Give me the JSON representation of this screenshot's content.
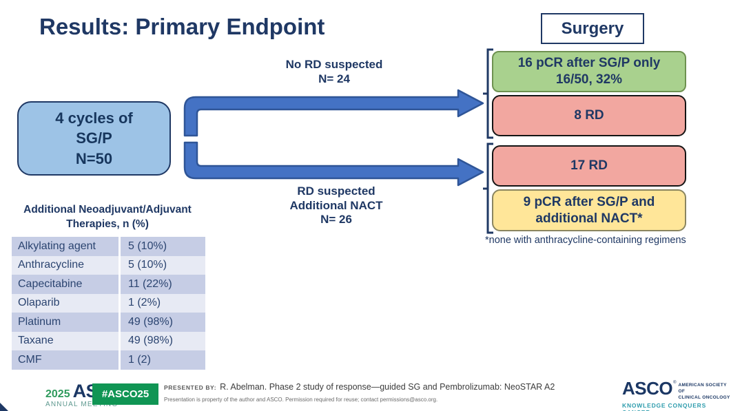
{
  "slide": {
    "title": "Results: Primary Endpoint",
    "surgery_label": "Surgery",
    "start_box": {
      "line1": "4 cycles of",
      "line2": "SG/P",
      "line3": "N=50"
    },
    "top_path_label": {
      "line1": "No RD suspected",
      "line2": "N= 24"
    },
    "bottom_path_label": {
      "line1": "RD suspected",
      "line2": "Additional NACT",
      "line3": "N= 26"
    },
    "outcomes": {
      "pcr_sgp_only": {
        "line1": "16 pCR after SG/P only",
        "line2": "16/50, 32%"
      },
      "rd_top": "8 RD",
      "rd_bottom": "17 RD",
      "pcr_nact": {
        "line1": "9 pCR after SG/P and",
        "line2": "additional NACT*"
      }
    },
    "footnote": "*none with anthracycline-containing regimens"
  },
  "table": {
    "title_line1": "Additional Neoadjuvant/Adjuvant",
    "title_line2": "Therapies, n (%)",
    "rows": [
      {
        "label": "Alkylating agent",
        "value": "5 (10%)"
      },
      {
        "label": "Anthracycline",
        "value": "5 (10%)"
      },
      {
        "label": "Capecitabine",
        "value": "11 (22%)"
      },
      {
        "label": "Olaparib",
        "value": "1 (2%)"
      },
      {
        "label": "Platinum",
        "value": "49 (98%)"
      },
      {
        "label": "Taxane",
        "value": "49 (98%)"
      },
      {
        "label": "CMF",
        "value": "1 (2)"
      }
    ]
  },
  "footer": {
    "year": "2025",
    "logo_text": "ASCO",
    "logo_mark": "®",
    "logo_sub": "ANNUAL MEETING",
    "hashtag": "#ASCO25",
    "presented_by_label": "PRESENTED BY:",
    "presented_by": "R. Abelman. Phase 2 study of response—guided SG and Pembrolizumab: NeoSTAR A2",
    "disclaimer": "Presentation is property of the author and ASCO. Permission required for reuse; contact permissions@asco.org.",
    "asco_right": {
      "logo": "ASCO",
      "mark": "®",
      "org_line1": "AMERICAN SOCIETY OF",
      "org_line2": "CLINICAL ONCOLOGY",
      "tagline": "KNOWLEDGE CONQUERS CANCER"
    }
  },
  "colors": {
    "navy": "#1F3864",
    "arrow_fill": "#4472C4",
    "arrow_stroke": "#2F5597",
    "start_box_fill": "#9DC3E6",
    "green_fill": "#A9D18E",
    "pink_fill": "#F2A7A0",
    "yellow_fill": "#FFE699",
    "table_row_dark": "#C6CDE5",
    "table_row_light": "#E7EAF4",
    "footer_green": "#109554",
    "tagline_teal": "#2E9CAD"
  }
}
